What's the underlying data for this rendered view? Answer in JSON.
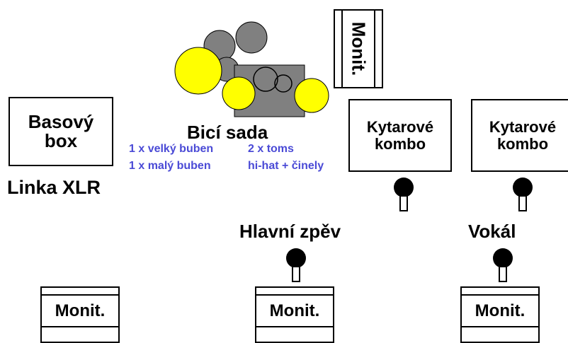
{
  "bass": {
    "title": "Basový box",
    "line": "Linka XLR"
  },
  "drums": {
    "title": "Bicí sada",
    "note_left_1": "1 x velký buben",
    "note_left_2": "1 x malý buben",
    "note_right_1": "2 x toms",
    "note_right_2": "hi-hat + činely"
  },
  "guitar_1": {
    "title": "Kytarové kombo"
  },
  "guitar_2": {
    "title": "Kytarové kombo"
  },
  "vocals": {
    "lead": "Hlavní zpěv",
    "backing": "Vokál"
  },
  "monitors": {
    "top": "Monit.",
    "left": "Monit.",
    "center": "Monit.",
    "right": "Monit."
  },
  "colors": {
    "cymbal": "#ffff00",
    "drum_gray": "#808080",
    "note_text": "#4a4ad6"
  }
}
